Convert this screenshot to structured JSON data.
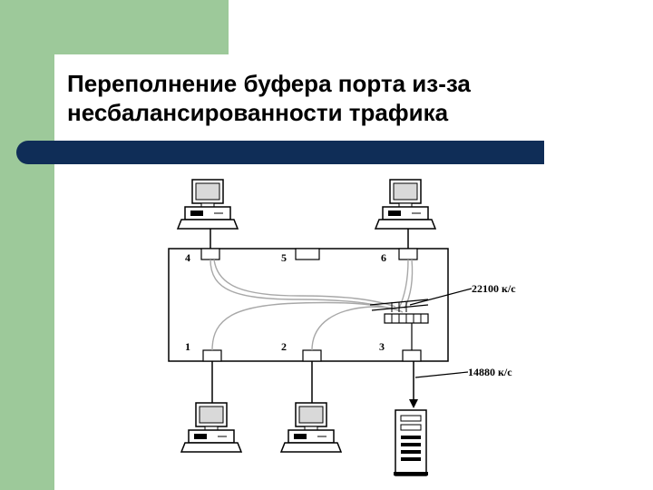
{
  "slide": {
    "title_line1": "Переполнение буфера порта из-за",
    "title_line2": "несбалансированности трафика"
  },
  "diagram": {
    "ports": [
      "4",
      "5",
      "6",
      "1",
      "2",
      "3"
    ],
    "rate_top": "22100 к/с",
    "rate_bottom": "14880 к/с"
  },
  "colors": {
    "accent_green": "#9dc99a",
    "bar_navy": "#0f2d57"
  }
}
